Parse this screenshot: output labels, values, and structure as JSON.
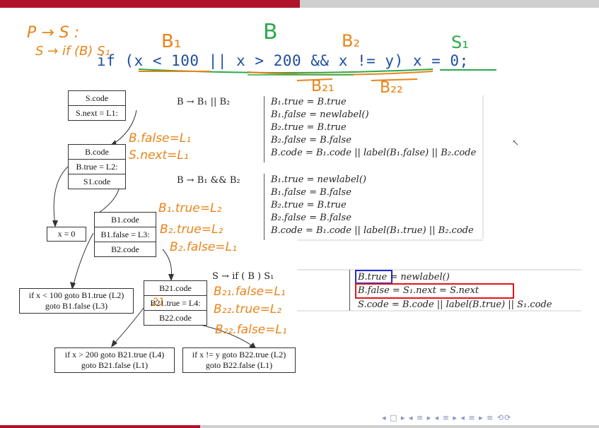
{
  "code": "if (x < 100 || x > 200 && x != y) x = 0;",
  "tree": {
    "s_box": [
      "S.code",
      "S.next = L1:"
    ],
    "b_box": [
      "B.code",
      "B.true = L2:",
      "S1.code"
    ],
    "x0": "x = 0",
    "b1_box": [
      "B1.code",
      "B1.false = L3:",
      "B2.code"
    ],
    "b21_box": [
      "B21.code",
      "B21.true = L4:",
      "B22.code"
    ],
    "leaf1": [
      "if x < 100 goto B1.true (L2)",
      "goto B1.false (L3)"
    ],
    "leaf2": [
      "if x > 200 goto B21.true (L4)",
      "goto B21.false (L1)"
    ],
    "leaf3": [
      "if x != y goto B22.true (L2)",
      "goto B22.false (L1)"
    ]
  },
  "rules_or": {
    "production": "B → B₁ || B₂",
    "lines": [
      "B₁.true = B.true",
      "B₁.false = newlabel()",
      "B₂.true = B.true",
      "B₂.false = B.false",
      "B.code = B₁.code || label(B₁.false) || B₂.code"
    ]
  },
  "rules_and": {
    "production": "B → B₁ && B₂",
    "lines": [
      "B₁.true = newlabel()",
      "B₁.false = B.false",
      "B₂.true = B.true",
      "B₂.false = B.false",
      "B.code = B₁.code || label(B₁.true) || B₂.code"
    ]
  },
  "rules_if": {
    "production": "S → if ( B ) S₁",
    "lines": [
      "B.true = newlabel()",
      "B.false = S₁.next = S.next",
      "S.code = B.code || label(B.true) || S₁.code"
    ]
  },
  "annotations": {
    "p_s": "P → S :",
    "s_if": "S → if (B) S₁",
    "b1": "B₁",
    "b": "B",
    "b2": "B₂",
    "s1": "S₁",
    "b21": "B₂₁",
    "b22": "B₂₂",
    "bfalse": "B.false=L₁",
    "snext": "S.next=L₁",
    "b1true": "B₁.true=L₂",
    "b2true": "B₂.true=L₂",
    "b2false": "B₂.false=L₁",
    "b21false": "B₂₁.false=L₁",
    "b22true": "B₂₂.true=L₂",
    "b22false": "B₂₂.false=L₁",
    "b21small": "21"
  },
  "colors": {
    "accent_red": "#b0132a",
    "code_blue": "#1f4d9e",
    "pen_orange": "#e8841a",
    "pen_green": "#2da84a",
    "box_blue": "#1f2bd6",
    "box_red": "#e3131b"
  },
  "nav": "◂ □ ▸ ◂ ≡ ▸ ◂ ≡ ▸ ◂ ≡ ▸   ≡   ⟲⟳"
}
